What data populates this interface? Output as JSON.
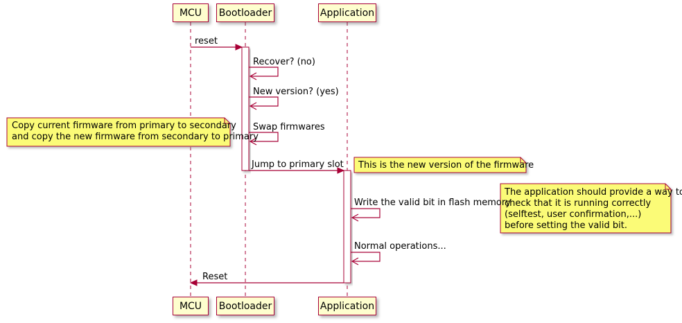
{
  "diagram": {
    "type": "sequence-diagram",
    "colors": {
      "border": "#A80036",
      "participant_fill": "#FEFECE",
      "note_fill": "#FBFB77",
      "lifeline": "#A80036",
      "arrow": "#A80036",
      "text": "#000000",
      "background": "#FFFFFF"
    },
    "participants": [
      {
        "label": "MCU"
      },
      {
        "label": "Bootloader"
      },
      {
        "label": "Application"
      }
    ],
    "messages": [
      {
        "label": "reset",
        "from": "MCU",
        "to": "Bootloader"
      },
      {
        "label": "Recover? (no)",
        "from": "Bootloader",
        "to": "Bootloader"
      },
      {
        "label": "New version? (yes)",
        "from": "Bootloader",
        "to": "Bootloader"
      },
      {
        "label": "Swap firmwares",
        "from": "Bootloader",
        "to": "Bootloader"
      },
      {
        "label": "Jump to primary slot",
        "from": "Bootloader",
        "to": "Application"
      },
      {
        "label": "Write the valid bit in flash memory",
        "from": "Application",
        "to": "Application"
      },
      {
        "label": "Normal operations...",
        "from": "Application",
        "to": "Application"
      },
      {
        "label": "Reset",
        "from": "Application",
        "to": "MCU"
      }
    ],
    "notes": [
      {
        "position": "left of Bootloader",
        "lines": [
          "Copy current firmware from primary to secondary",
          "and copy the new firmware from secondary to primary"
        ]
      },
      {
        "position": "right of Application",
        "lines": [
          "This is the new version of the firmware"
        ]
      },
      {
        "position": "right of Application",
        "lines": [
          "The application should provide a way to",
          "check that it is running correctly",
          "(selftest, user confirmation,...)",
          "before setting the valid bit."
        ]
      }
    ]
  }
}
